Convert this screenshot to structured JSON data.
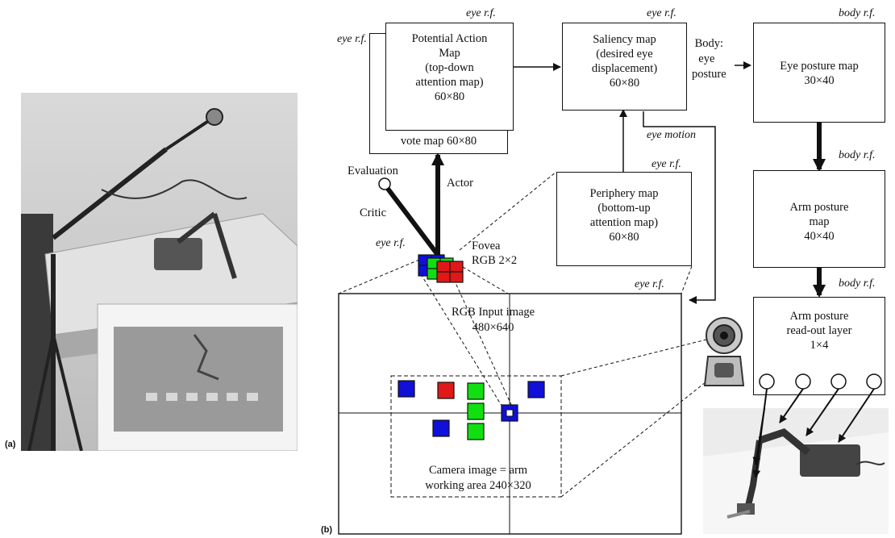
{
  "panel_a": {
    "tag": "(a)"
  },
  "panel_b": {
    "tag": "(b)"
  },
  "rf": {
    "eye": "eye r.f.",
    "body": "body r.f."
  },
  "boxes": {
    "potential_action": [
      "Potential Action",
      "Map",
      "(top-down",
      "attention map)",
      "60×80"
    ],
    "vote_map": "vote map 60×80",
    "saliency": [
      "Saliency map",
      "(desired eye",
      "displacement)",
      "60×80"
    ],
    "eye_posture": [
      "Eye posture map",
      "30×40"
    ],
    "arm_posture": [
      "Arm posture",
      "map",
      "40×40"
    ],
    "readout": [
      "Arm posture",
      "read-out layer",
      "1×4"
    ],
    "periphery": [
      "Periphery map",
      "(bottom-up",
      "attention map)",
      "60×80"
    ]
  },
  "labels": {
    "body_eye_posture": [
      "Body:",
      "eye",
      "posture"
    ],
    "eye_motion": "eye motion",
    "evaluation": "Evaluation",
    "critic": "Critic",
    "actor": "Actor",
    "fovea": [
      "Fovea",
      "RGB 2×2"
    ],
    "input_image": [
      "RGB Input image",
      "480×640"
    ],
    "camera_image": [
      "Camera image = arm",
      "working area 240×320"
    ]
  },
  "colors": {
    "blue": "#1010d8",
    "red": "#e01818",
    "green": "#10e010",
    "line": "#111111"
  },
  "icons": {
    "webcam": "webcam-icon",
    "robot_arm": "robot-arm-photo",
    "setup": "setup-photo"
  }
}
